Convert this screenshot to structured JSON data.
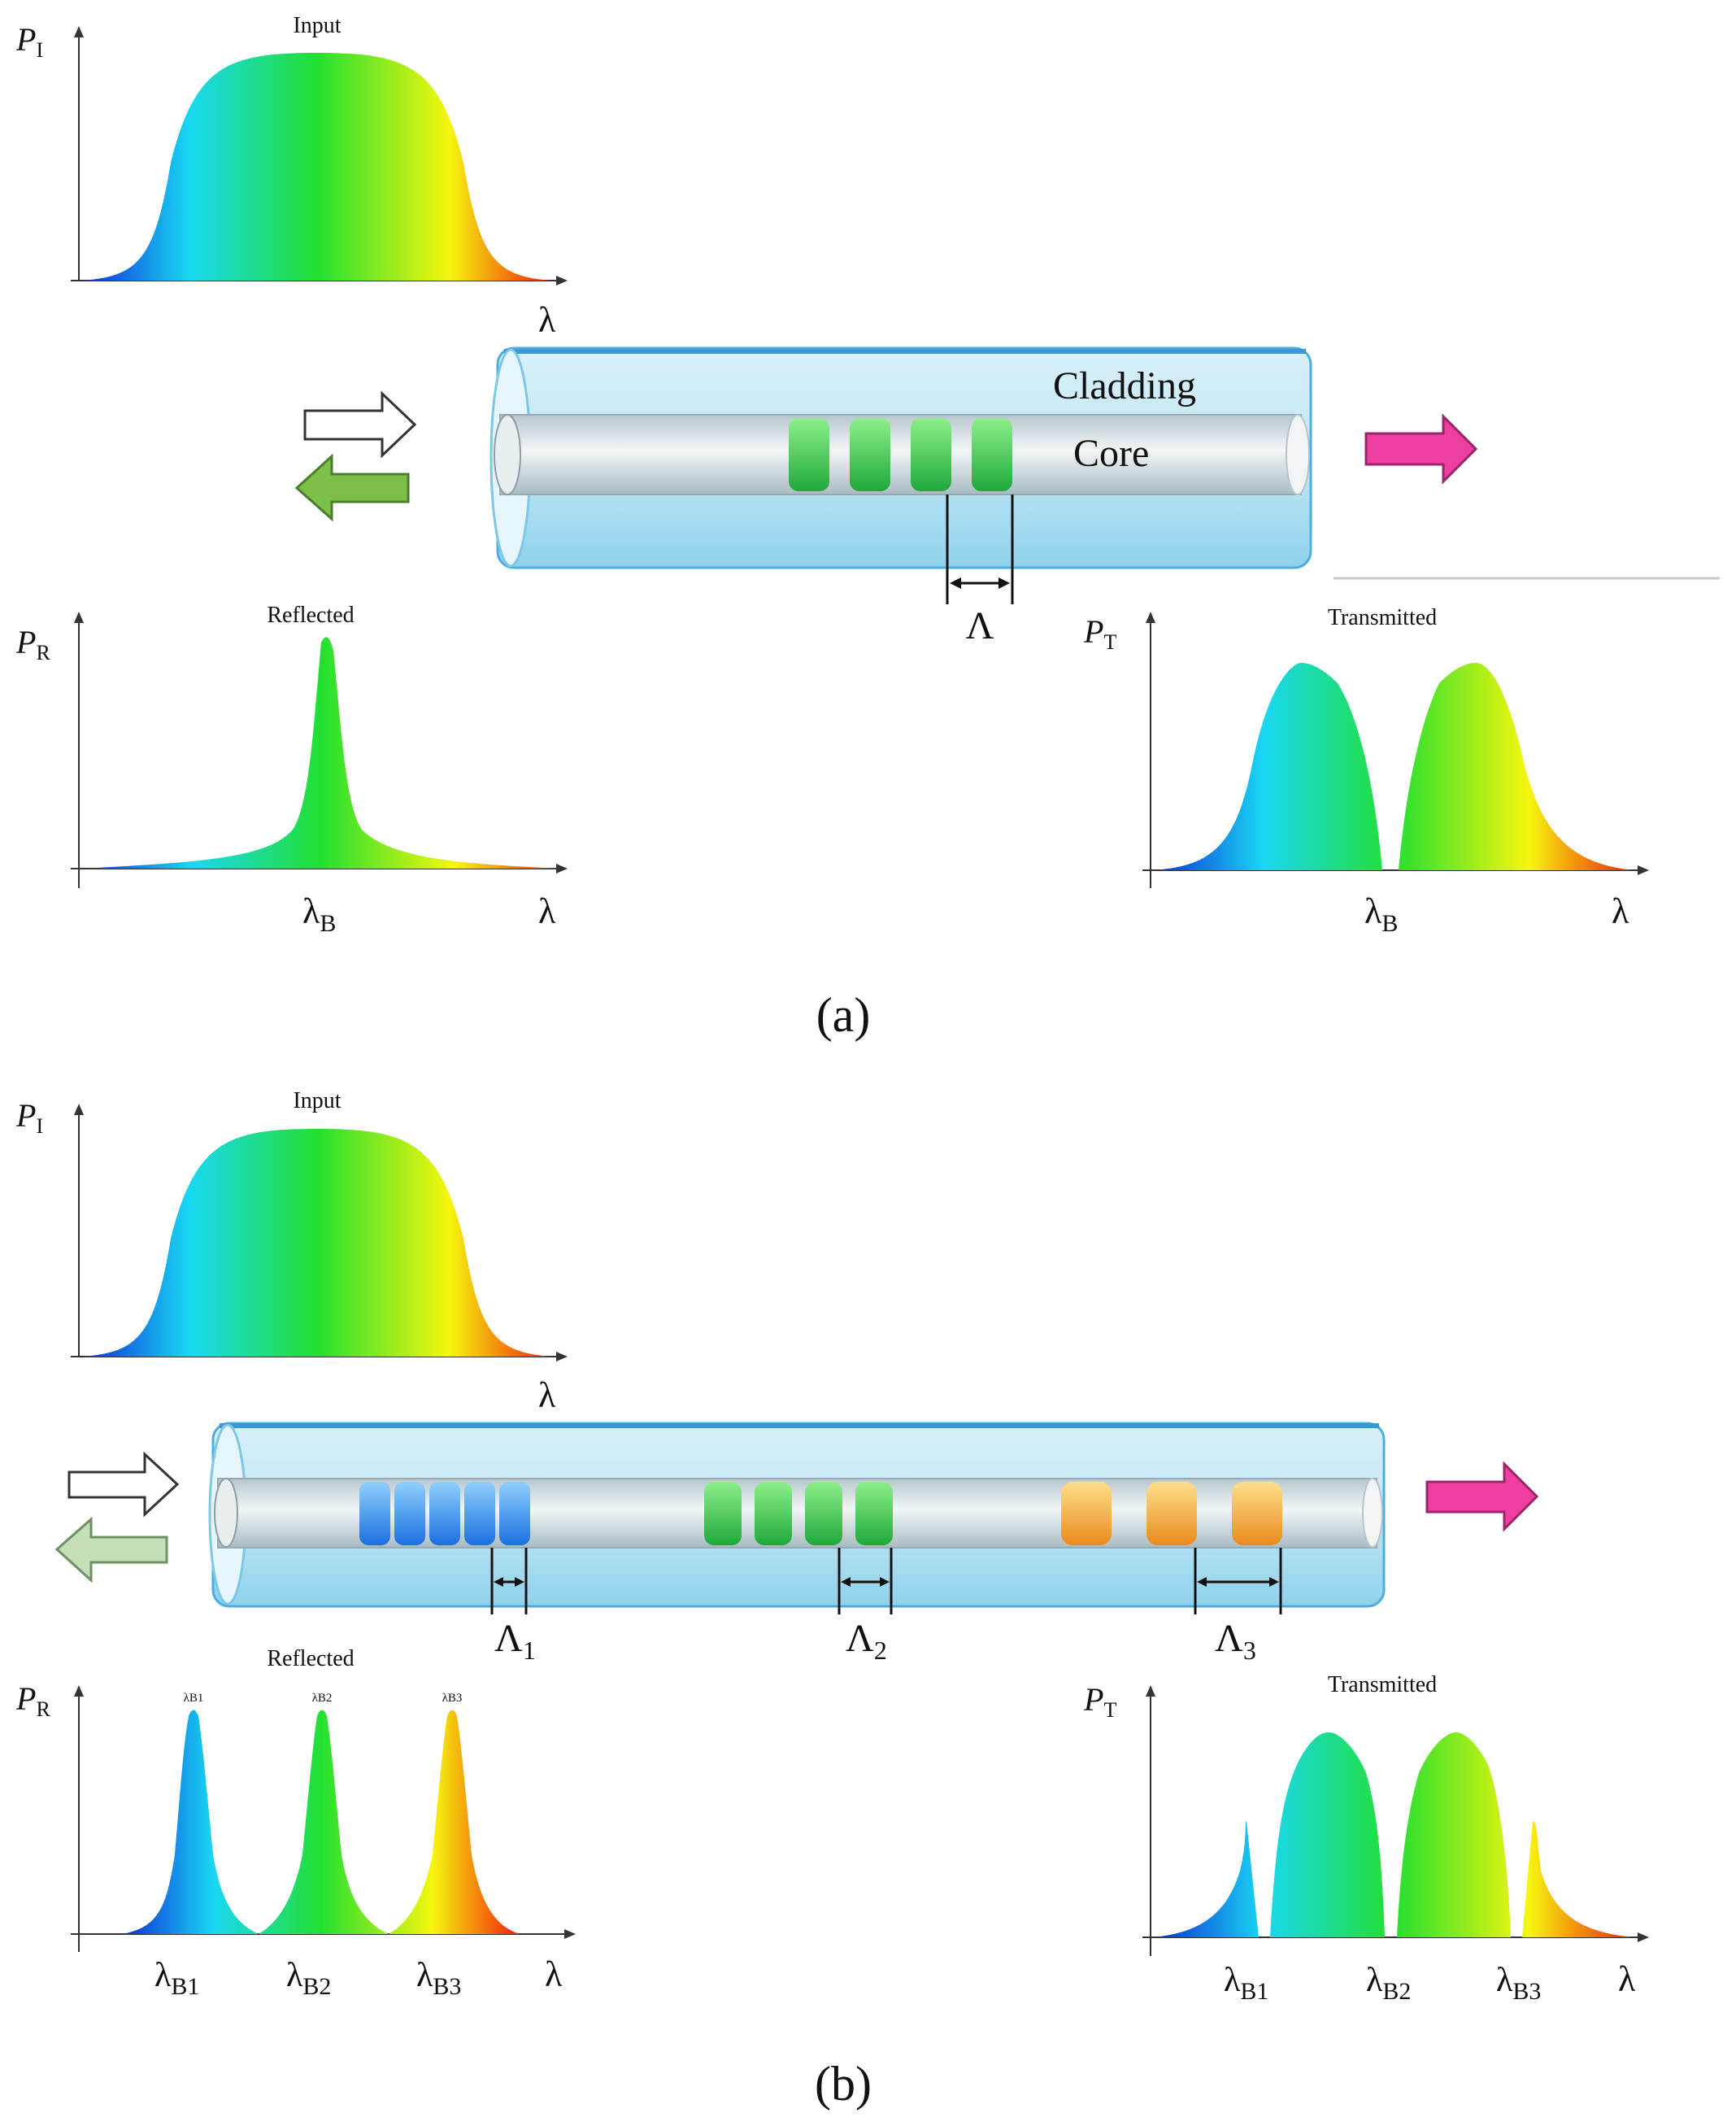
{
  "panel_a": {
    "caption": "(a)",
    "input": {
      "title": "Input",
      "ylabel_main": "P",
      "ylabel_sub": "I",
      "xlabel": "λ"
    },
    "fiber": {
      "cladding_label": "Cladding",
      "core_label": "Core",
      "period_label": "Λ"
    },
    "reflected": {
      "title": "Reflected",
      "ylabel_main": "P",
      "ylabel_sub": "R",
      "peak_main": "λ",
      "peak_sub": "B",
      "xlabel": "λ"
    },
    "transmitted": {
      "title": "Transmitted",
      "ylabel_main": "P",
      "ylabel_sub": "T",
      "dip_main": "λ",
      "dip_sub": "B",
      "xlabel": "λ"
    }
  },
  "panel_b": {
    "caption": "(b)",
    "input": {
      "title": "Input",
      "ylabel_main": "P",
      "ylabel_sub": "I",
      "xlabel": "λ"
    },
    "fiber": {
      "periods": [
        {
          "main": "Λ",
          "sub": "1"
        },
        {
          "main": "Λ",
          "sub": "2"
        },
        {
          "main": "Λ",
          "sub": "3"
        }
      ]
    },
    "reflected": {
      "title": "Reflected",
      "ylabel_main": "P",
      "ylabel_sub": "R",
      "xlabel": "λ",
      "peak_tags": [
        "λB1",
        "λB2",
        "λB3"
      ],
      "peaks": [
        {
          "main": "λ",
          "sub": "B1"
        },
        {
          "main": "λ",
          "sub": "B2"
        },
        {
          "main": "λ",
          "sub": "B3"
        }
      ]
    },
    "transmitted": {
      "title": "Transmitted",
      "ylabel_main": "P",
      "ylabel_sub": "T",
      "xlabel": "λ",
      "dips": [
        {
          "main": "λ",
          "sub": "B1"
        },
        {
          "main": "λ",
          "sub": "B2"
        },
        {
          "main": "λ",
          "sub": "B3"
        }
      ]
    }
  },
  "colors": {
    "cladding": "#a9dcef",
    "core": "#d4e1e6",
    "grating_blue": "#3f9ff2",
    "grating_green": "#38c947",
    "grating_orange": "#eea73c",
    "arrow_reflect": "#7cc04a",
    "arrow_reflect_light": "#c4dfb7",
    "arrow_transmit": "#ee3ea2"
  },
  "icons": [
    "input-arrow-icon",
    "reflect-arrow-icon",
    "transmit-arrow-icon",
    "period-arrow-icon"
  ]
}
